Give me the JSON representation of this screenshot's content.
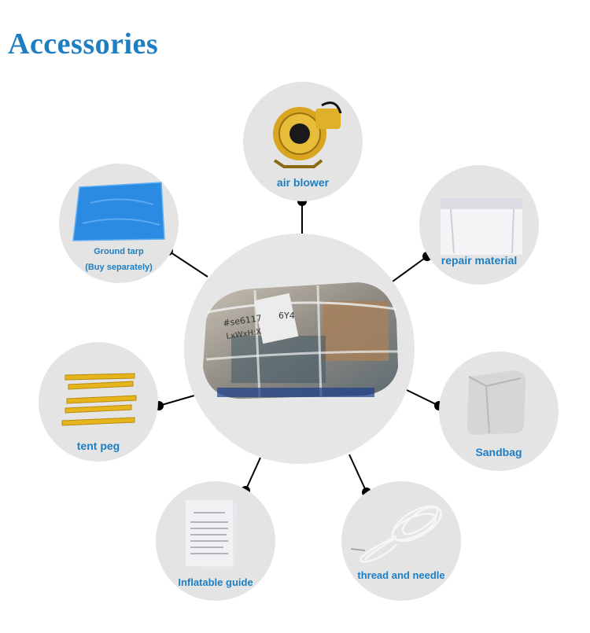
{
  "page": {
    "title": "Accessories"
  },
  "center": {
    "image": "wrapped-package-photo",
    "note_lines": [
      "#se6117",
      "6Y4",
      "LxWxH:X"
    ]
  },
  "accessories": [
    {
      "id": "air-blower",
      "label": "air blower",
      "image": "air-blower-photo"
    },
    {
      "id": "repair-material",
      "label": "repair material",
      "image": "repair-material-photo"
    },
    {
      "id": "sandbag",
      "label": "Sandbag",
      "image": "sandbag-photo"
    },
    {
      "id": "thread-and-needle",
      "label": "thread and needle",
      "image": "thread-and-needle-photo"
    },
    {
      "id": "inflatable-guide",
      "label": "Inflatable guide",
      "image": "inflatable-guide-photo"
    },
    {
      "id": "tent-peg",
      "label": "tent peg",
      "image": "tent-peg-photo"
    },
    {
      "id": "ground-tarp",
      "label": "Ground tarp",
      "sublabel": "(Buy separately)",
      "image": "ground-tarp-photo"
    }
  ],
  "colors": {
    "accent": "#1d7ec2",
    "circle": "#e4e4e4",
    "connector": "#000000"
  }
}
